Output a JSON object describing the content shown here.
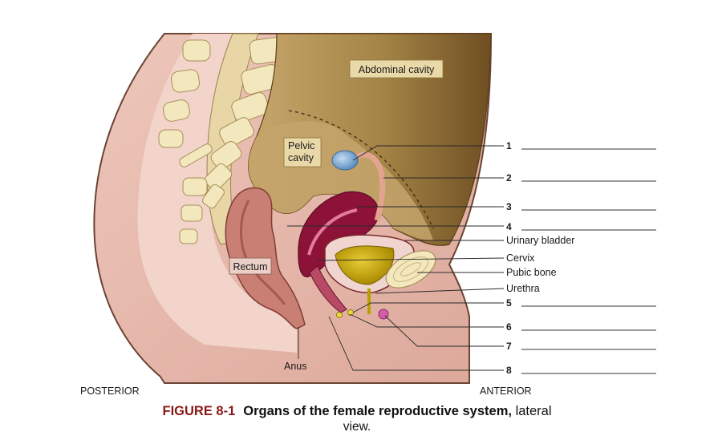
{
  "regions": {
    "abdominal_cavity": "Abdominal cavity",
    "pelvic_cavity_line1": "Pelvic",
    "pelvic_cavity_line2": "cavity",
    "rectum": "Rectum",
    "anus": "Anus"
  },
  "orientation": {
    "posterior": "POSTERIOR",
    "anterior": "ANTERIOR"
  },
  "callouts": [
    {
      "id": "1",
      "label": "1",
      "blank": true
    },
    {
      "id": "2",
      "label": "2",
      "blank": true
    },
    {
      "id": "3",
      "label": "3",
      "blank": true
    },
    {
      "id": "4",
      "label": "4",
      "blank": true
    },
    {
      "id": "urinary-bladder",
      "label": "Urinary bladder",
      "blank": false
    },
    {
      "id": "cervix",
      "label": "Cervix",
      "blank": false
    },
    {
      "id": "pubic-bone",
      "label": "Pubic bone",
      "blank": false
    },
    {
      "id": "urethra",
      "label": "Urethra",
      "blank": false
    },
    {
      "id": "5",
      "label": "5",
      "blank": true
    },
    {
      "id": "6",
      "label": "6",
      "blank": true
    },
    {
      "id": "7",
      "label": "7",
      "blank": true
    },
    {
      "id": "8",
      "label": "8",
      "blank": true
    }
  ],
  "caption": {
    "figure": "FIGURE 8-1",
    "title": "Organs of the female reproductive system,",
    "rest": "lateral",
    "continuation": "view."
  },
  "colors": {
    "skin": "#e6b9ac",
    "body_outline": "#6b4434",
    "abdominal_dark": "#7a5a2a",
    "abdominal_light": "#c6a66a",
    "bone": "#f1e4b8",
    "uterus": "#8c1238",
    "rectum": "#c97f74",
    "bladder_fill": "#c9a800",
    "ovary": "#8eb3d9"
  }
}
